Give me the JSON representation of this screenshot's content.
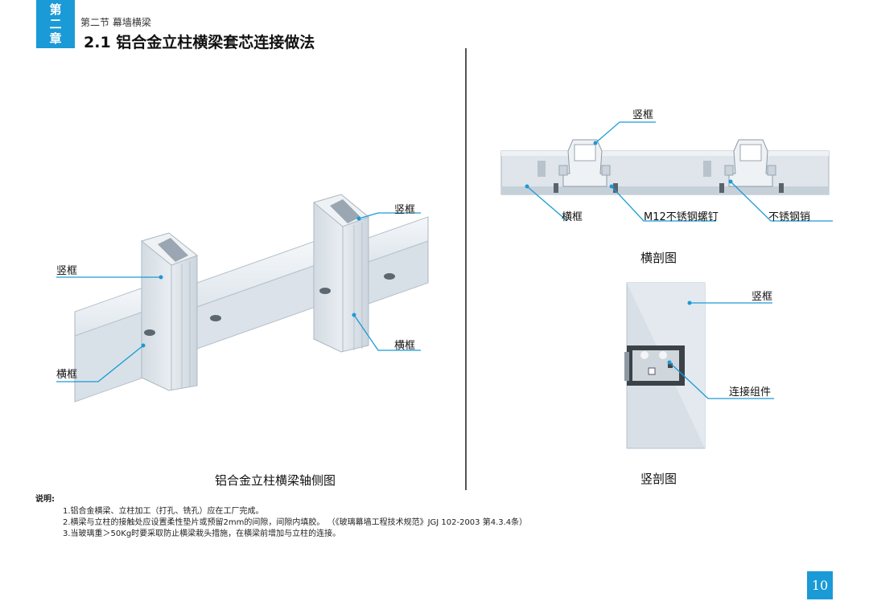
{
  "header": {
    "chapter_tab": [
      "第",
      "二",
      "章"
    ],
    "section": "第二节 幕墙横梁",
    "title": "2.1 铝合金立柱横梁套芯连接做法"
  },
  "iso_view": {
    "labels": {
      "mullion_left": "竖框",
      "mullion_right": "竖框",
      "transom_left": "横框",
      "transom_right": "横框"
    },
    "caption": "铝合金立柱横梁轴侧图"
  },
  "horizontal_section": {
    "labels": {
      "mullion": "竖框",
      "transom": "横框",
      "bolt": "M12不锈钢螺钉",
      "pin": "不锈钢销"
    },
    "caption": "横剖图"
  },
  "vertical_section": {
    "labels": {
      "mullion": "竖框",
      "connector": "连接组件"
    },
    "caption": "竖剖图"
  },
  "notes": {
    "title": "说明:",
    "items": [
      "1.铝合金横梁、立柱加工（打孔、铣孔）应在工厂完成。",
      "2.横梁与立柱的接触处应设置柔性垫片或预留2mm的间隙，间隙内填胶。 （《玻璃幕墙工程技术规范》JGJ 102-2003 第4.3.4条）",
      "3.当玻璃重＞50Kg时要采取防止横梁栽头措施，在横梁前增加与立柱的连接。"
    ]
  },
  "page_number": "10",
  "colors": {
    "accent": "#1a9ad6",
    "profile_light": "#e6ecf1",
    "profile_mid": "#c5d0da",
    "profile_dark": "#9aa7b3"
  }
}
